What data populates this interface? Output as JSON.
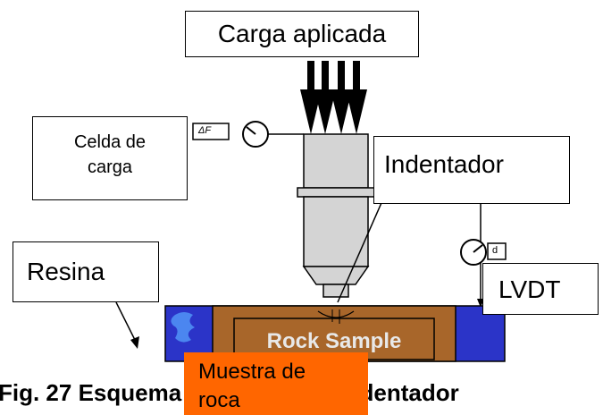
{
  "labels": {
    "carga_aplicada": "Carga aplicada",
    "celda_line1": "Celda de",
    "celda_line2": "carga",
    "indentador": "Indentador",
    "resina": "Resina",
    "lvdt": "LVDT",
    "rock_sample": "Rock Sample",
    "muestra_line1": "Muestra de",
    "muestra_line2": "roca",
    "delta_f": "ΔF",
    "d": "d",
    "caption": "Fig. 27 Esquema de prueba de indentador"
  },
  "colors": {
    "resin_blue": "#2b34c8",
    "wood_brown": "#a8662a",
    "cylinder_gray": "#d4d4d4",
    "orange_label": "#ff6600"
  },
  "icons": [
    "arrows-down-icon",
    "gauge-icon"
  ]
}
